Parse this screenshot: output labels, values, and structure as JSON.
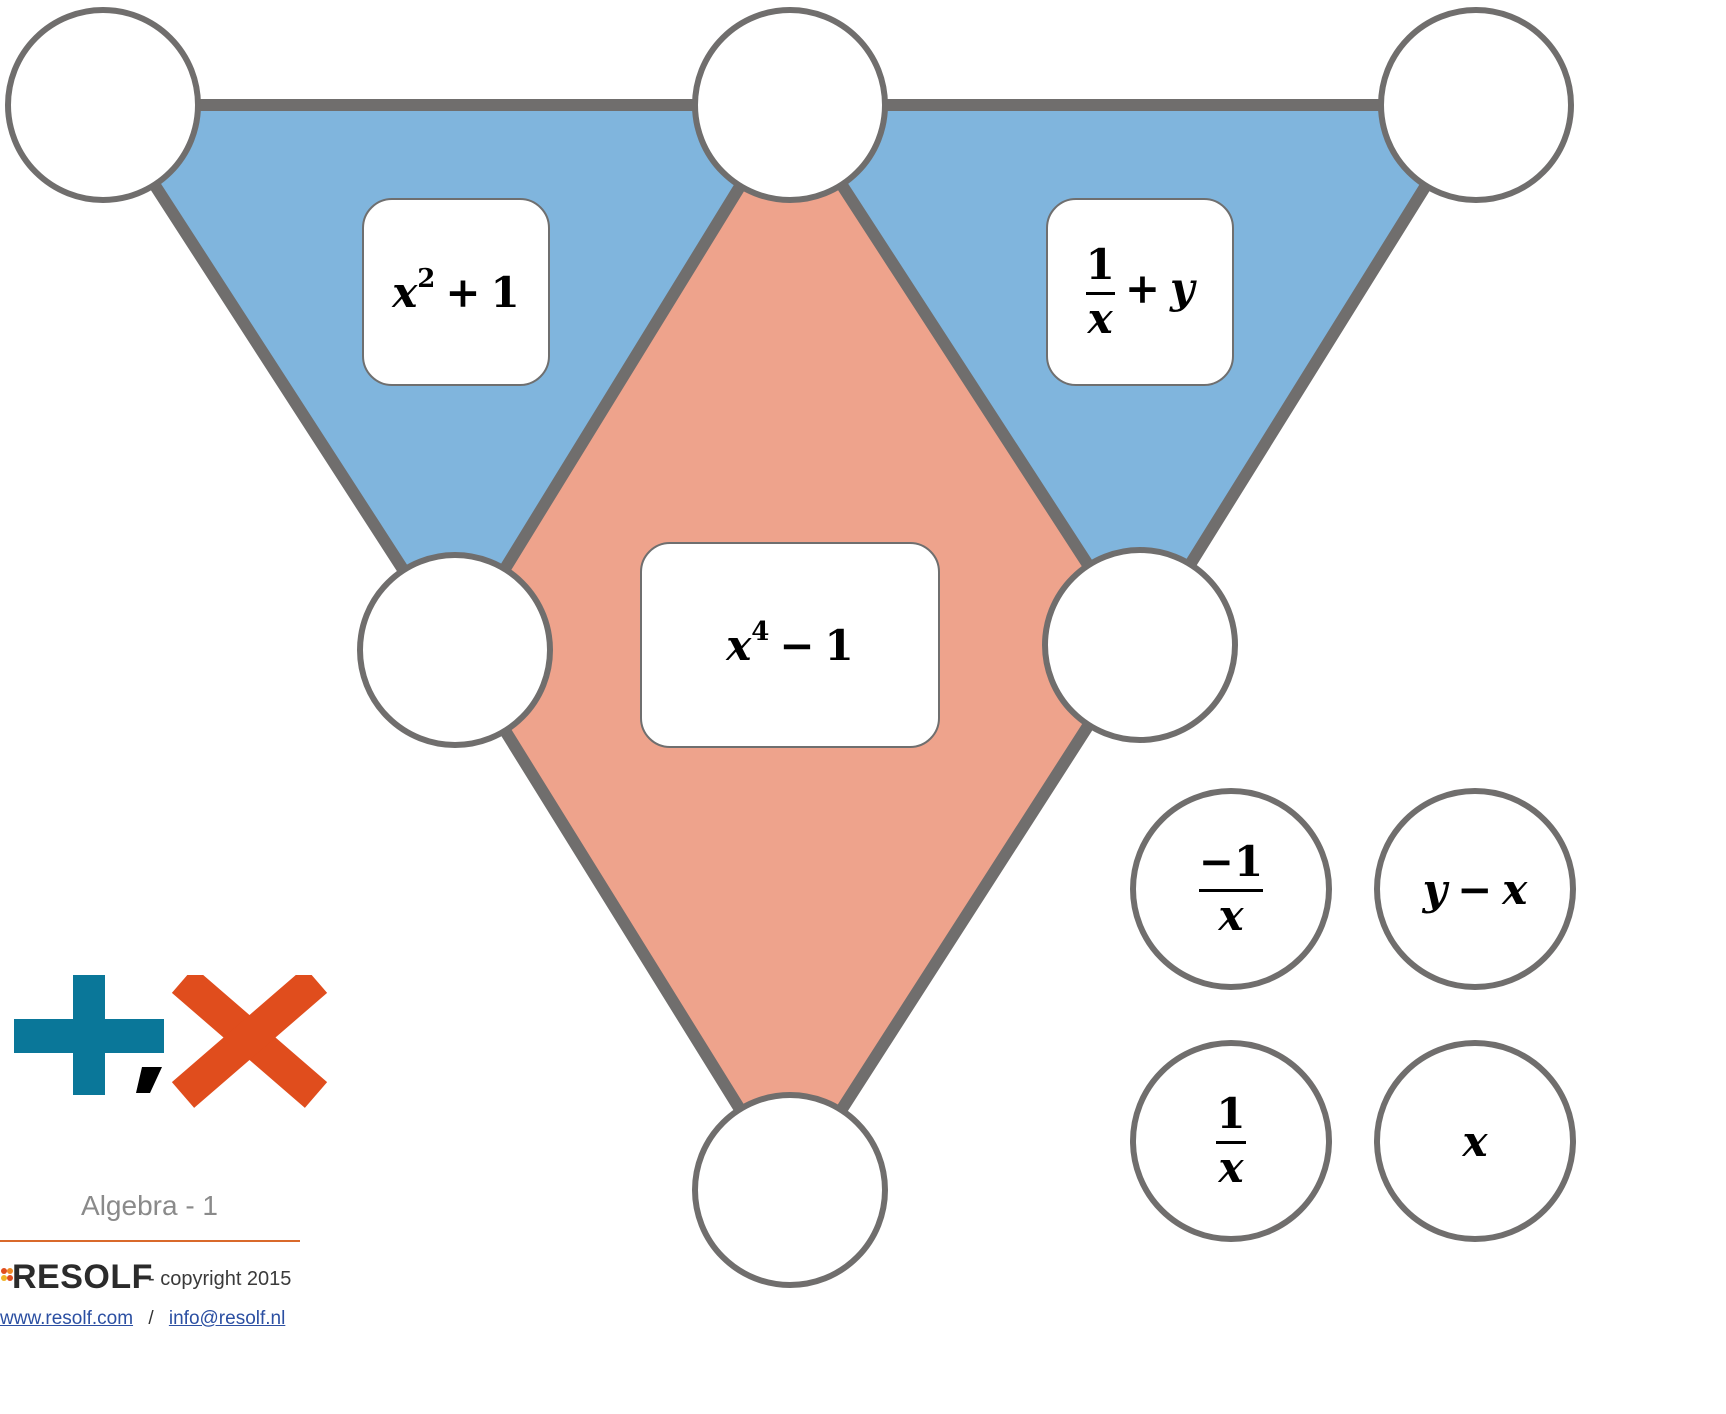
{
  "colors": {
    "outer_triangles": "#80b5dd",
    "center_rhombus": "#eea38c",
    "edge": "#706e6d",
    "plus_sign": "#0a7799",
    "times_sign": "#e04d1d",
    "footer_rule": "#d9692b"
  },
  "puzzle": {
    "vertex_circles": [
      {
        "name": "vertex-top-left",
        "value": ""
      },
      {
        "name": "vertex-top-middle",
        "value": ""
      },
      {
        "name": "vertex-top-right",
        "value": ""
      },
      {
        "name": "vertex-middle-left",
        "value": ""
      },
      {
        "name": "vertex-middle-right",
        "value": ""
      },
      {
        "name": "vertex-bottom",
        "value": ""
      }
    ],
    "face_products": {
      "left_triangle": {
        "base": "x",
        "exp": "2",
        "op": "+",
        "const": "1"
      },
      "right_triangle": {
        "num": "1",
        "den": "x",
        "op": "+",
        "term": "y"
      },
      "center_rhombus": {
        "base": "x",
        "exp": "4",
        "op": "−",
        "const": "1"
      }
    }
  },
  "answer_options": [
    {
      "id": "neg-one-over-x",
      "num": "−1",
      "den": "x"
    },
    {
      "id": "y-minus-x",
      "a": "y",
      "op": "−",
      "b": "x"
    },
    {
      "id": "one-over-x",
      "num": "1",
      "den": "x"
    },
    {
      "id": "x",
      "text": "x"
    }
  ],
  "logo": {
    "plus": "+",
    "comma": ",",
    "times": "×"
  },
  "footer": {
    "title": "Algebra - 1",
    "brand": "RESOLF",
    "copyright": "- copyright 2015",
    "website": "www.resolf.com",
    "separator": "/",
    "email": "info@resolf.nl"
  }
}
